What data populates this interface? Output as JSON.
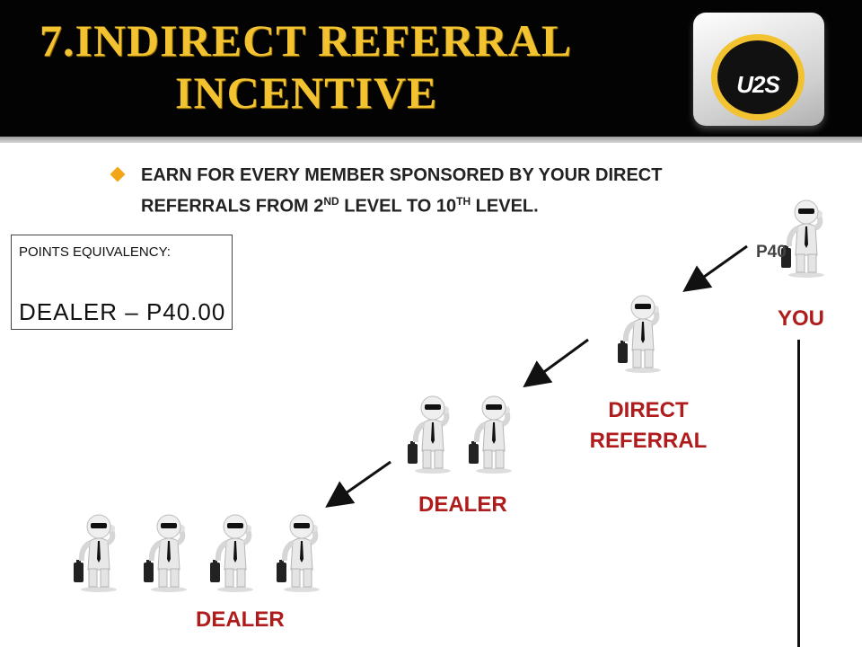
{
  "header": {
    "title_line1": "7.INDIRECT REFERRAL",
    "title_line2": "INCENTIVE",
    "logo_text": "U2S",
    "colors": {
      "background": "#030303",
      "title": "#f2c230"
    }
  },
  "bullet": {
    "line1": "EARN FOR EVERY MEMBER SPONSORED BY  YOUR DIRECT",
    "line2_part1": "REFERRALS FROM 2",
    "line2_sup1": "ND",
    "line2_part2": " LEVEL TO 10",
    "line2_sup2": "TH",
    "line2_part3": " LEVEL.",
    "icon": "diamond-bullet-icon"
  },
  "points_box": {
    "label": "POINTS EQUIVALENCY:",
    "value": "DEALER – P40.00"
  },
  "diagram": {
    "you_label": "YOU",
    "you_amount": "P40",
    "direct_referral_line1": "DIRECT",
    "direct_referral_line2": "REFERRAL",
    "level3_label": "DEALER",
    "level4_label": "DEALER",
    "label_color": "#b01c1c",
    "person_icon": "businessman-icon",
    "arrow_icon": "arrow-down-left-icon"
  }
}
